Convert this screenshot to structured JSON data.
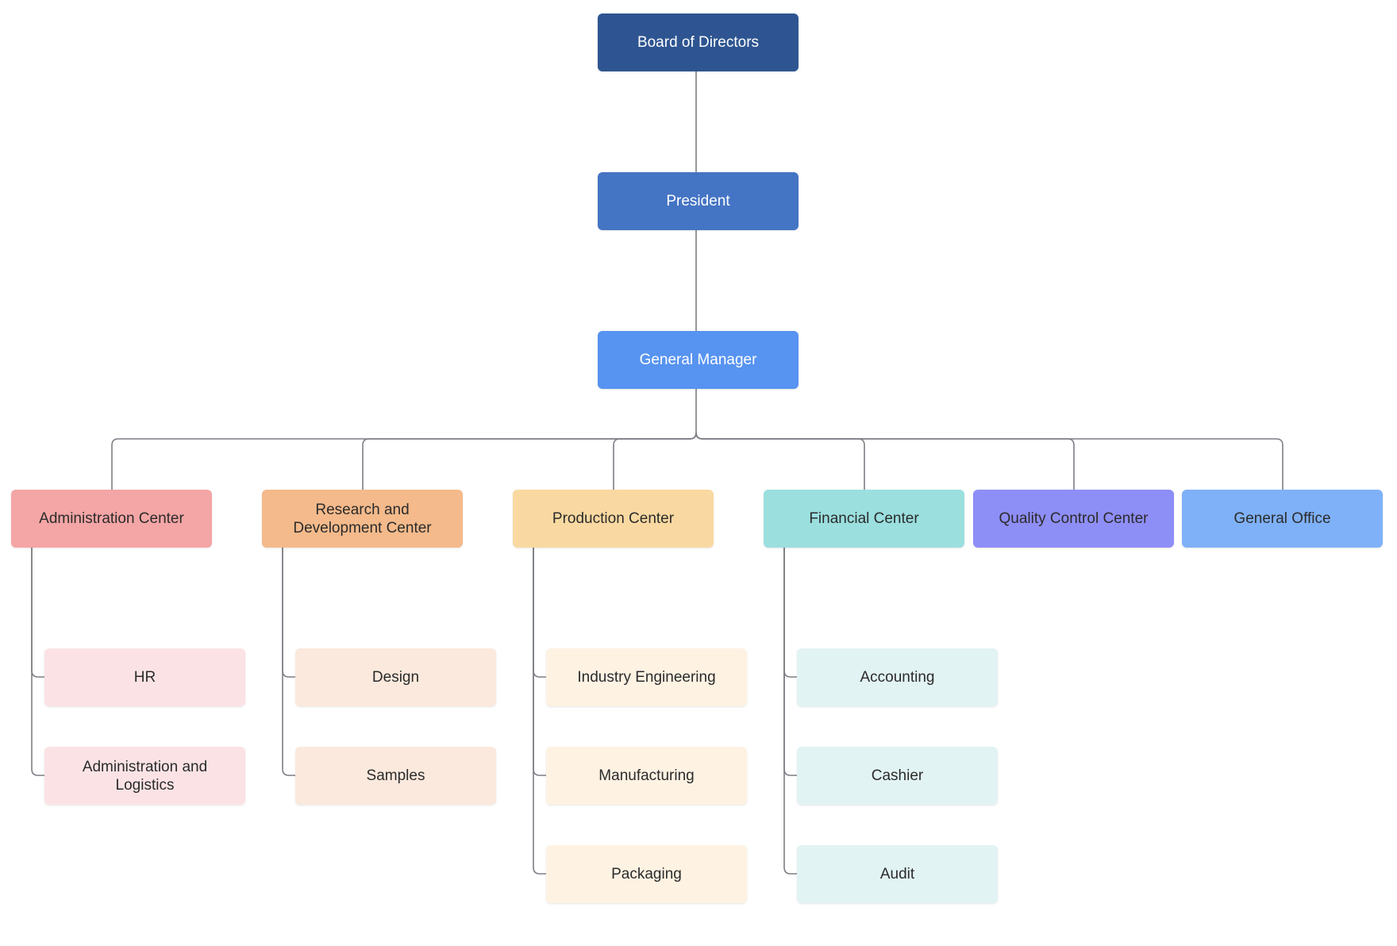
{
  "colors": {
    "board": "#2e5591",
    "president": "#4474c4",
    "general_manager": "#5793f0",
    "administration": "#f4a5a5",
    "administration_sub": "#fbe3e5",
    "research": "#f4ba8b",
    "research_sub": "#fbe9dd",
    "production": "#f9d9a1",
    "production_sub": "#fef2e3",
    "financial": "#9bdfdf",
    "financial_sub": "#e2f3f4",
    "quality": "#8e8ef7",
    "general_office": "#7fb1f8",
    "connector": "#7d7f85"
  },
  "org": {
    "board": "Board of Directors",
    "president": "President",
    "general_manager": "General Manager",
    "administration_center": "Administration Center",
    "research_center": "Research and\nDevelopment Center",
    "production_center": "Production Center",
    "financial_center": "Financial Center",
    "quality_center": "Quality Control Center",
    "general_office": "General Office",
    "administration_units": [
      "HR",
      "Administration and\nLogistics"
    ],
    "research_units": [
      "Design",
      "Samples"
    ],
    "production_units": [
      "Industry Engineering",
      "Manufacturing",
      "Packaging"
    ],
    "financial_units": [
      "Accounting",
      "Cashier",
      "Audit"
    ]
  }
}
